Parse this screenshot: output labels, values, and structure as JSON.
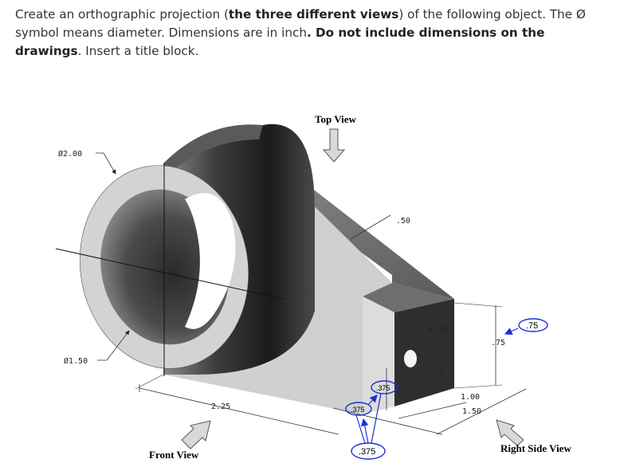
{
  "instructions": {
    "p1": "Create an orthographic projection (",
    "b1": "the three different views",
    "p2": ") of the following object. The Ø symbol means diameter. Dimensions are in inch",
    "b2": ". Do not include dimensions on the drawings",
    "p3": ". Insert a title block."
  },
  "view_labels": {
    "top": "Top View",
    "front": "Front View",
    "right": "Right Side View"
  },
  "dimensions": {
    "outer_dia": "Ø2.00",
    "inner_dia": "Ø1.50",
    "length": "2.25",
    "web": ".50",
    "hole_dia": "Ø.25",
    "hole_pos": ".75",
    "height_75": ".75",
    "height_100": "1.00",
    "depth_150": "1.50",
    "thick_375": ".375"
  },
  "annotations": {
    "blue_75": ".75",
    "blue_375_a": ".375",
    "blue_375_b": ".375",
    "blue_375_c": ".375"
  },
  "colors": {
    "annotation_blue": "#1a2fd6",
    "arrow_gray": "#bfbfbf",
    "face_light": "#d4d4d4",
    "face_dark": "#3a3a3a"
  }
}
